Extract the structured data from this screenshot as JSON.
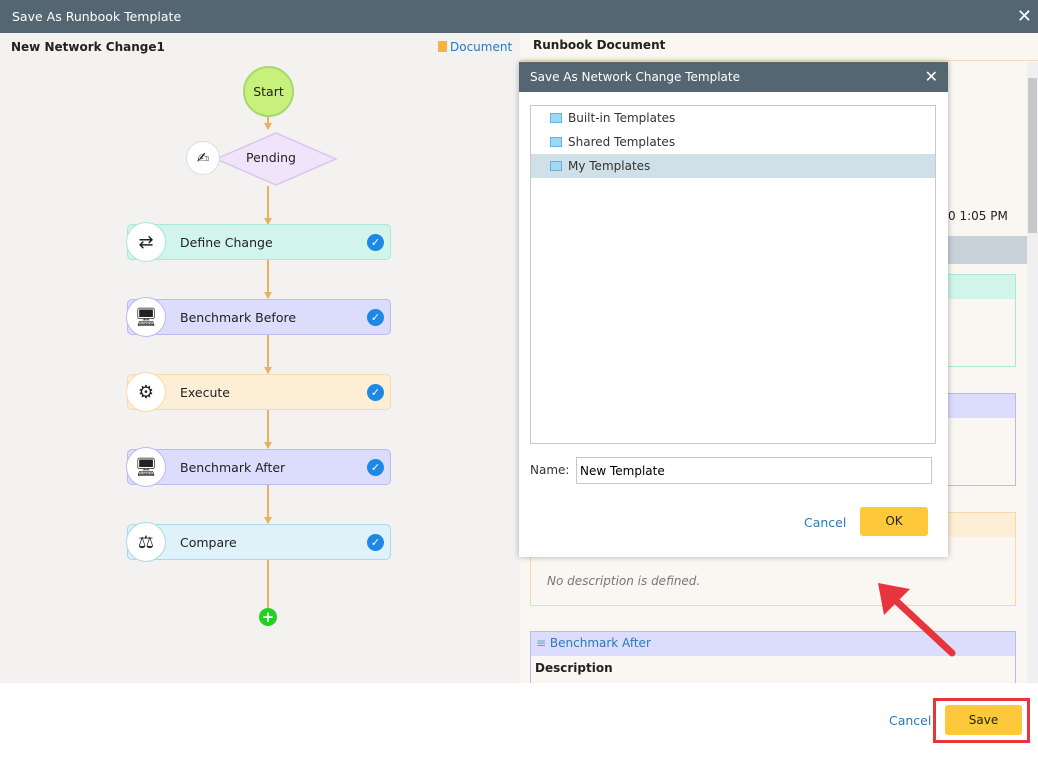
{
  "window": {
    "title": "Save As Runbook Template",
    "close_icon": "close-icon"
  },
  "left": {
    "runbook_name": "New Network Change1",
    "document_link": "Document",
    "flow": {
      "start": "Start",
      "pending": "Pending",
      "steps": [
        {
          "label": "Define Change",
          "icon": "define-change-icon",
          "color": "#d1f5ea",
          "border": "#a8e8d8"
        },
        {
          "label": "Benchmark Before",
          "icon": "benchmark-icon",
          "color": "#dcdcfc",
          "border": "#b8baf0"
        },
        {
          "label": "Execute",
          "icon": "gears-icon",
          "color": "#fdefd6",
          "border": "#f5d9a8"
        },
        {
          "label": "Benchmark After",
          "icon": "benchmark-icon",
          "color": "#dcdcfc",
          "border": "#b8baf0"
        },
        {
          "label": "Compare",
          "icon": "scale-icon",
          "color": "#dff1f9",
          "border": "#aad8ec"
        }
      ]
    }
  },
  "right": {
    "title": "Runbook Document",
    "timestamp_fragment": "0 1:05 PM",
    "no_description": "No description is defined.",
    "section_title": "Benchmark After",
    "description_label": "Description"
  },
  "dialog": {
    "title": "Save As Network Change Template",
    "folders": [
      {
        "label": "Built-in Templates",
        "selected": false
      },
      {
        "label": "Shared Templates",
        "selected": false
      },
      {
        "label": "My Templates",
        "selected": true
      }
    ],
    "name_label": "Name:",
    "name_value": "New Template",
    "cancel": "Cancel",
    "ok": "OK"
  },
  "footer": {
    "cancel": "Cancel",
    "save": "Save"
  },
  "colors": {
    "titlebar": "#546672",
    "accent_button": "#fdc93a",
    "link": "#2a7ab8",
    "annotation": "#e8353d"
  }
}
